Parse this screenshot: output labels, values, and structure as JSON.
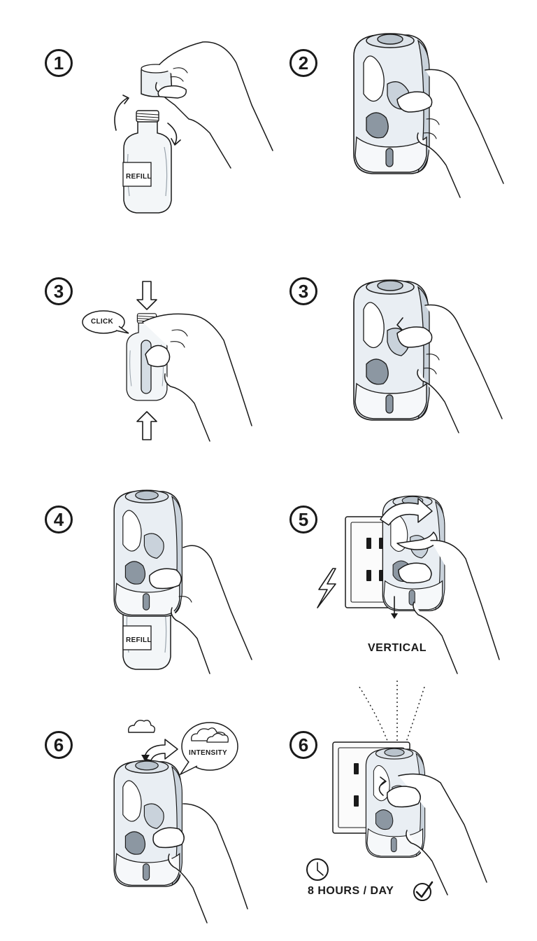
{
  "steps": [
    {
      "number": "1",
      "labels": [
        "REFILL"
      ]
    },
    {
      "number": "2",
      "labels": []
    },
    {
      "number": "3",
      "labels": [
        "CLICK"
      ]
    },
    {
      "number": "3",
      "labels": []
    },
    {
      "number": "4",
      "labels": [
        "REFILL"
      ]
    },
    {
      "number": "5",
      "labels": [
        "VERTICAL"
      ]
    },
    {
      "number": "6",
      "labels": [
        "INTENSITY"
      ]
    },
    {
      "number": "6",
      "labels": [
        "8 HOURS / DAY"
      ]
    }
  ],
  "icons": {
    "rotate": "rotate-arrows-icon",
    "push": "push-arrow-icon",
    "lightning": "lightning-icon",
    "cloud": "cloud-icon",
    "clock": "clock-icon",
    "check": "checkmark-icon"
  },
  "colors": {
    "ink": "#1a1a1a",
    "device": "#e9eef3",
    "shade": "#c9d2db"
  }
}
